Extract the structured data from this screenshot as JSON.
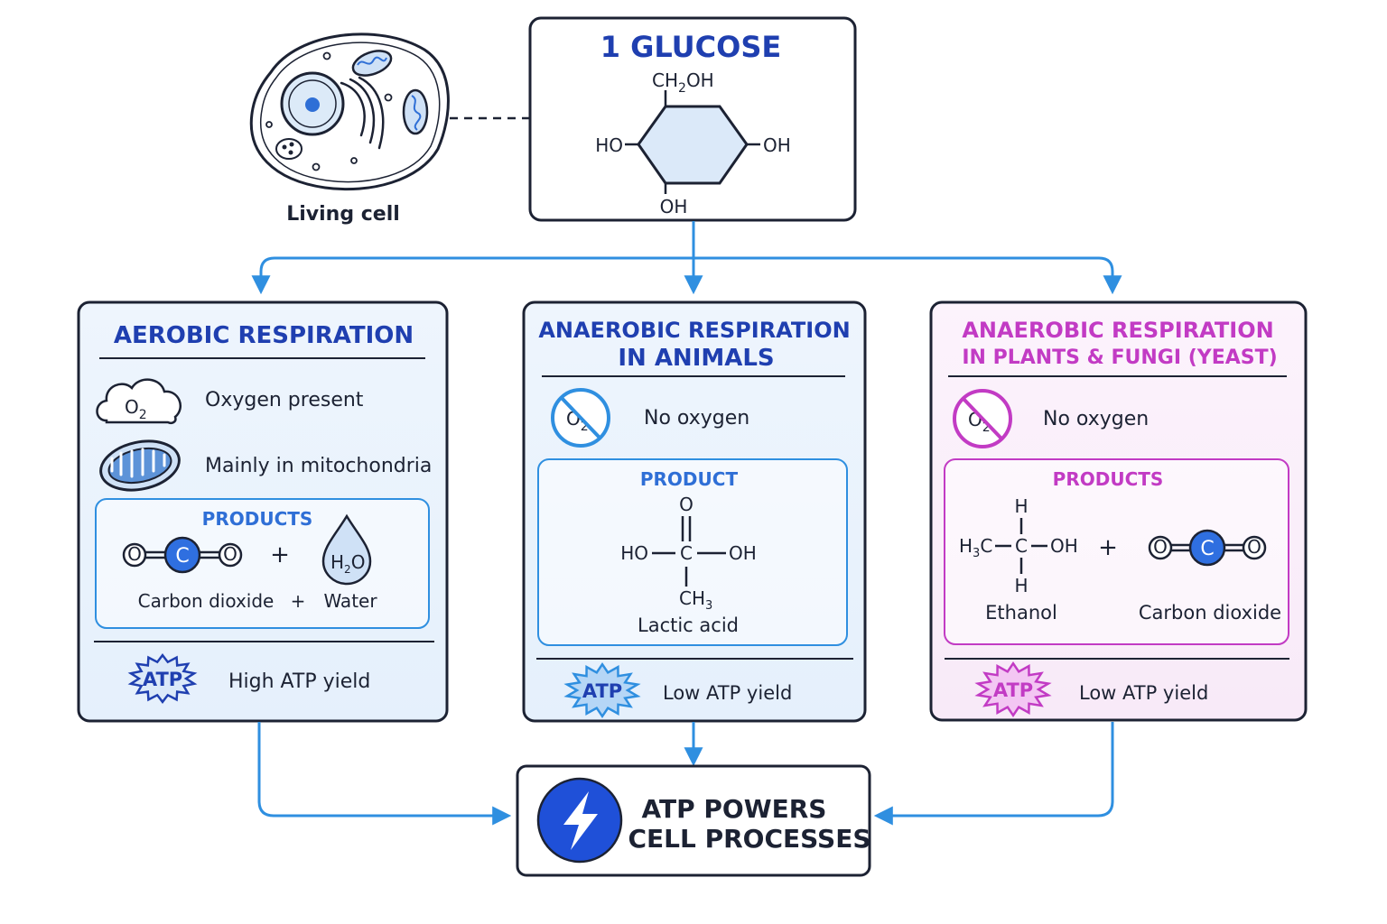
{
  "colors": {
    "blue_dark": "#1f3fb0",
    "blue_line": "#2f8fe0",
    "blue_fill": "#eaf3fd",
    "magenta": "#c23bc4",
    "magenta_fill": "#fbf0fb",
    "outline": "#1c2233"
  },
  "cell": {
    "label": "Living cell"
  },
  "glucose": {
    "title": "1 GLUCOSE",
    "groups": {
      "top": "CH",
      "top_sub": "2",
      "top_tail": "OH",
      "left": "HO",
      "right": "OH",
      "bottom": "OH"
    }
  },
  "aerobic": {
    "title": "AEROBIC RESPIRATION",
    "o2_label": "O",
    "o2_sub": "2",
    "condition": "Oxygen present",
    "location": "Mainly in mitochondria",
    "products_title": "PRODUCTS",
    "co2_atom_o": "O",
    "co2_atom_c": "C",
    "plus": "+",
    "water_h": "H",
    "water_sub": "2",
    "water_o": "O",
    "caption_co2": "Carbon dioxide",
    "caption_water": "Water",
    "atp_badge": "ATP",
    "yield": "High ATP yield"
  },
  "animals": {
    "title_line1": "ANAEROBIC RESPIRATION",
    "title_line2": "IN ANIMALS",
    "o2_label": "O",
    "o2_sub": "2",
    "condition": "No oxygen",
    "product_title": "PRODUCT",
    "lactic": {
      "o_top": "O",
      "c_mid": "C",
      "left": "HO",
      "right": "OH",
      "bottom": "CH",
      "bottom_sub": "3"
    },
    "caption": "Lactic acid",
    "atp_badge": "ATP",
    "yield": "Low ATP yield"
  },
  "plants": {
    "title_line1": "ANAEROBIC RESPIRATION",
    "title_line2": "IN PLANTS & FUNGI (YEAST)",
    "o2_label": "O",
    "o2_sub": "2",
    "condition": "No oxygen",
    "products_title": "PRODUCTS",
    "ethanol": {
      "h_top": "H",
      "h_bottom": "H",
      "left": "H",
      "left_sub": "3",
      "left_tail": "C",
      "c_mid": "C",
      "right": "OH"
    },
    "plus": "+",
    "co2_atom_o": "O",
    "co2_atom_c": "C",
    "caption_ethanol": "Ethanol",
    "caption_co2": "Carbon dioxide",
    "atp_badge": "ATP",
    "yield": "Low ATP yield"
  },
  "result": {
    "line1": "ATP POWERS",
    "line2": "CELL PROCESSES",
    "icon": "lightning-bolt-icon"
  }
}
